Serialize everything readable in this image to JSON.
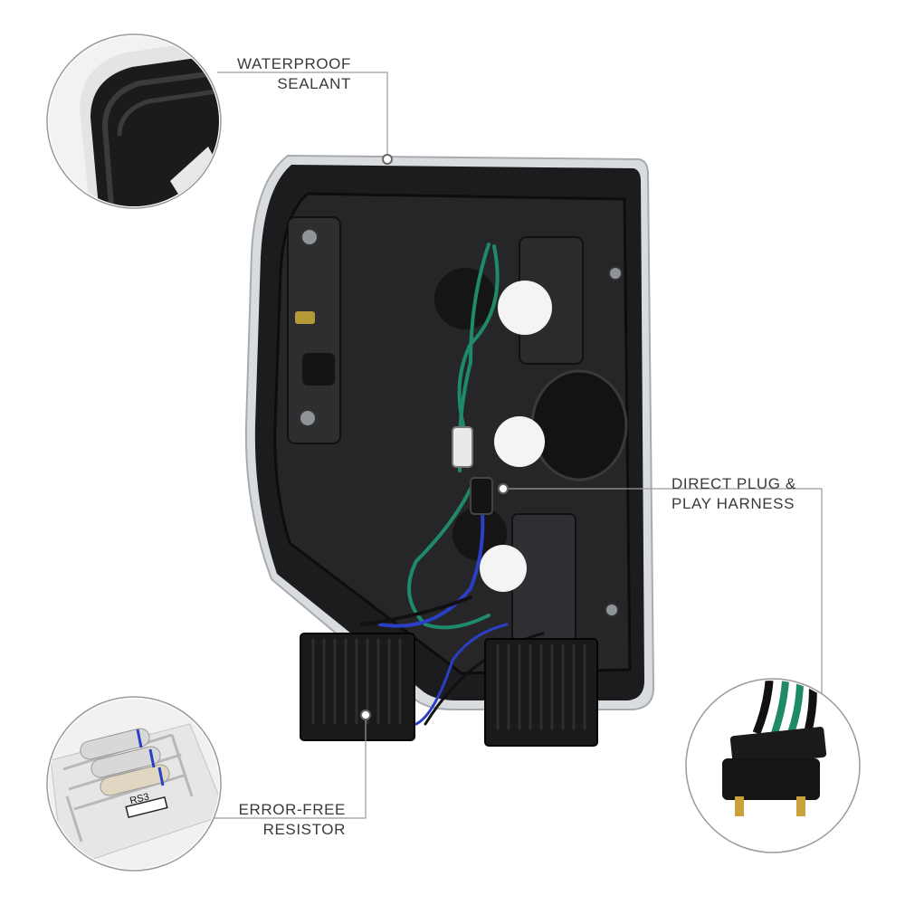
{
  "callouts": {
    "sealant": {
      "line1": "WATERPROOF",
      "line2": "SEALANT"
    },
    "harness": {
      "line1": "DIRECT PLUG &",
      "line2": "PLAY HARNESS"
    },
    "resistor": {
      "line1": "ERROR-FREE",
      "line2": "RESISTOR"
    }
  },
  "inset_resistor": {
    "marking": "RS3"
  },
  "colors": {
    "housing": "#1c1c1e",
    "chrome_edge": "#d9dcdf",
    "wire_green": "#1f8a6a",
    "wire_blue": "#2a3fc4",
    "wire_black": "#111111",
    "leader_line": "#9a9a9a"
  },
  "icons": {
    "zoom_sealant": "zoom-inset-sealant",
    "zoom_harness": "zoom-inset-connector",
    "zoom_resistor": "zoom-inset-resistor"
  }
}
